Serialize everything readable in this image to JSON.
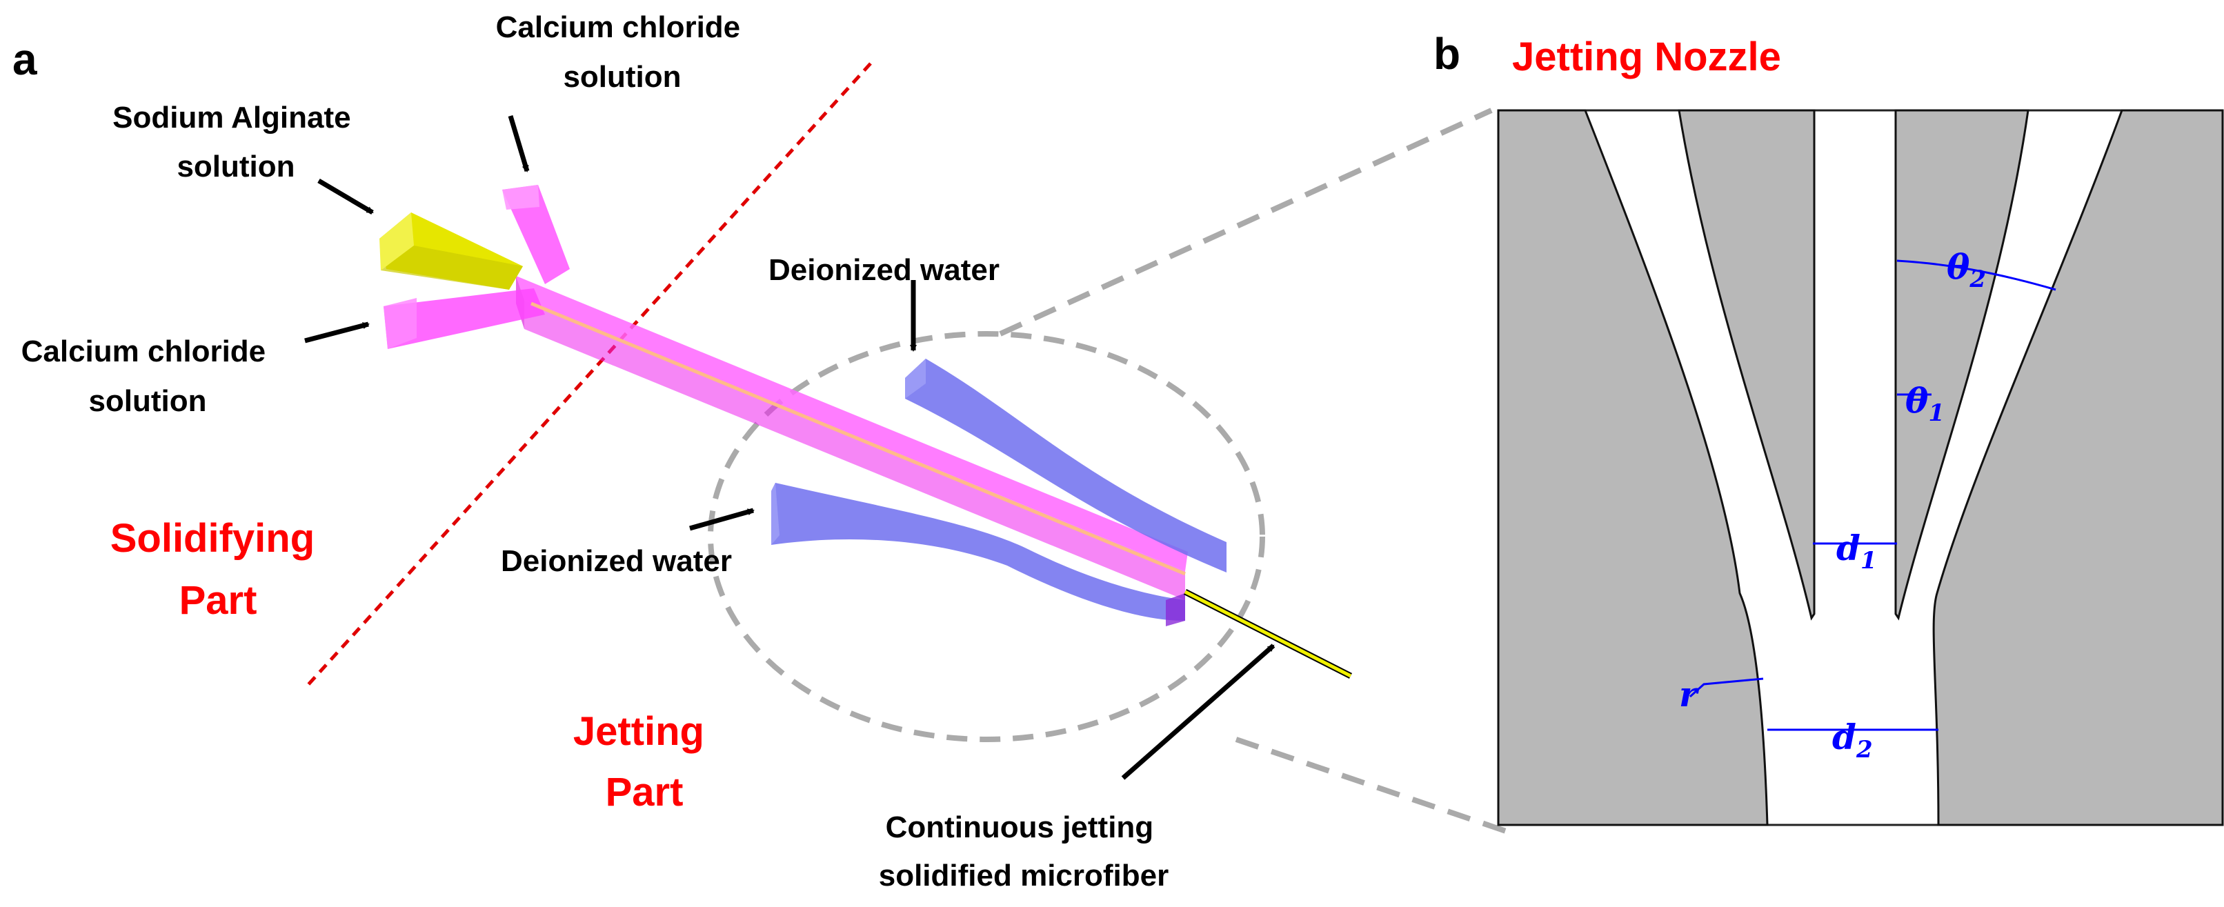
{
  "panel_a": {
    "letter": "a",
    "labels": {
      "calcium_top": [
        "Calcium chloride",
        "solution"
      ],
      "sodium_alginate": [
        "Sodium Alginate",
        "solution"
      ],
      "calcium_left": [
        "Calcium chloride",
        "solution"
      ],
      "deionized_top": "Deionized water",
      "deionized_bottom": "Deionized water",
      "solidifying_part": [
        "Solidifying",
        "Part"
      ],
      "jetting_part": [
        "Jetting",
        "Part"
      ],
      "microfiber": [
        "Continuous jetting",
        "solidified microfiber"
      ]
    }
  },
  "panel_b": {
    "letter": "b",
    "title": "Jetting Nozzle",
    "dimensions": {
      "theta2": "θ",
      "theta2_sub": "2",
      "theta1": "θ",
      "theta1_sub": "1",
      "d1": "d",
      "d1_sub": "1",
      "d2": "d",
      "d2_sub": "2",
      "r": "r"
    }
  },
  "colors": {
    "magenta_channel": "#ff33ff",
    "blue_channel": "#7070ee",
    "yellow_channel": "#e8e800",
    "fiber": "#e8d820",
    "nozzle_wall": "#b8b8b8",
    "dash_red": "#e00000",
    "dash_gray": "#aaaaaa",
    "dimension_blue": "#0000ff"
  }
}
